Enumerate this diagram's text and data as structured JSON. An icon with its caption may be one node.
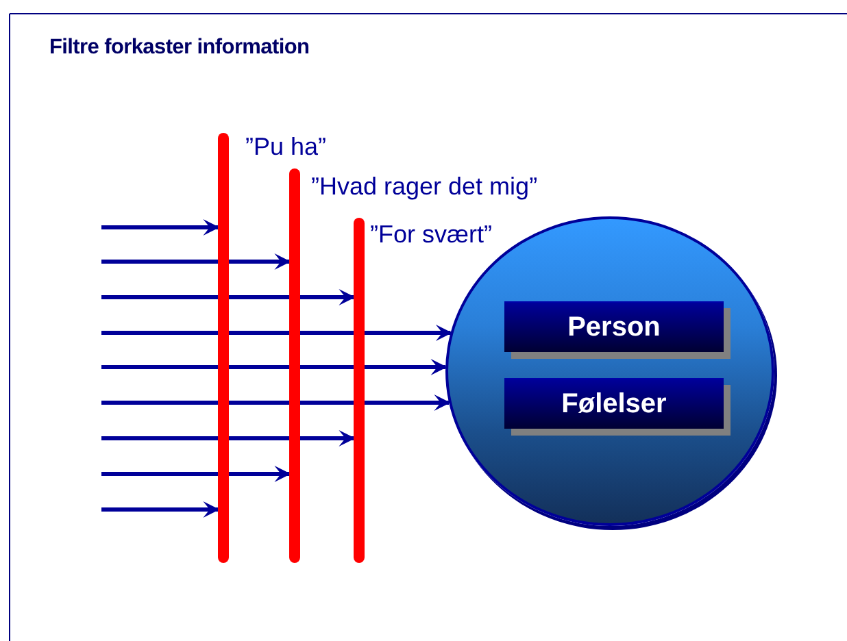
{
  "diagram": {
    "title": "Filtre forkaster information",
    "nodes": [
      {
        "text": [],
        "shape": "bar",
        "beside": [
          "”Pu ha”"
        ]
      },
      {
        "text": [],
        "shape": "bar",
        "beside": [
          "”Hvad rager det mig”"
        ]
      },
      {
        "text": [],
        "shape": "bar",
        "beside": [
          "”For svært”"
        ]
      },
      {
        "text": [],
        "shape": "circle"
      },
      {
        "text": [
          "Person"
        ],
        "in": 3
      },
      {
        "text": [
          "Følelser"
        ],
        "in": 3
      }
    ],
    "edges": [
      {
        "from": null,
        "to": 0,
        "arrow": "to"
      },
      {
        "from": null,
        "to": 1,
        "arrow": "to"
      },
      {
        "from": null,
        "to": 2,
        "arrow": "to"
      },
      {
        "from": null,
        "to": 3,
        "arrow": "to"
      },
      {
        "from": null,
        "to": 3,
        "arrow": "to"
      },
      {
        "from": null,
        "to": 3,
        "arrow": "to"
      },
      {
        "from": null,
        "to": 2,
        "arrow": "to"
      },
      {
        "from": null,
        "to": 1,
        "arrow": "to"
      },
      {
        "from": null,
        "to": 0,
        "arrow": "to"
      }
    ]
  }
}
